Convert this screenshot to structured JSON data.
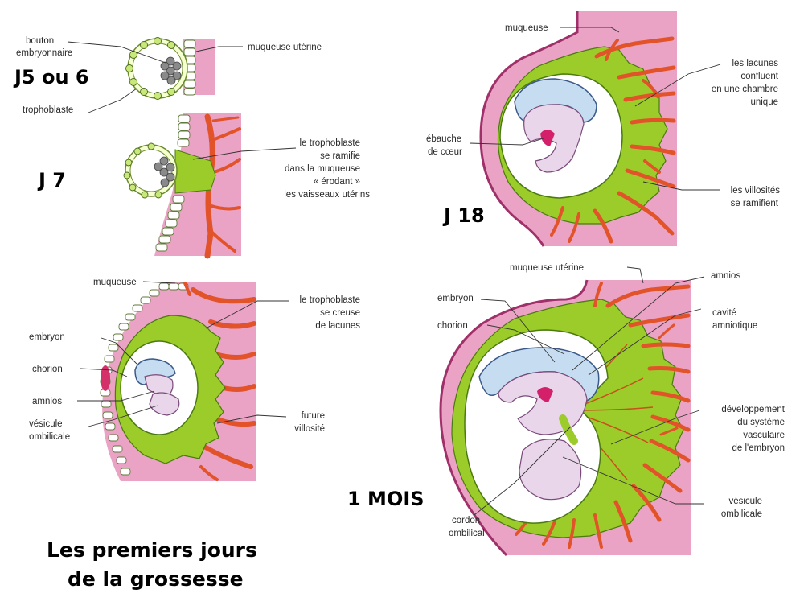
{
  "title": {
    "line1": "Les premiers jours",
    "line2": "de la grossesse"
  },
  "stages": {
    "j5": "J5 ou 6",
    "j7": "J 7",
    "j18": "J 18",
    "m1": "1 MOIS"
  },
  "labels": {
    "bouton1": "bouton",
    "bouton2": "embryonnaire",
    "muq_uterine_j5": "muqueuse utérine",
    "trophoblaste": "trophoblaste",
    "ramifie1": "le trophoblaste",
    "ramifie2": "se ramifie",
    "ramifie3": "dans la muqueuse",
    "ramifie4": "« érodant »",
    "ramifie5": "les vaisseaux utérins",
    "muq_j18": "muqueuse",
    "lacunes1": "les lacunes",
    "lacunes2": "confluent",
    "lacunes3": "en une chambre",
    "lacunes4": "unique",
    "ebauche1": "ébauche",
    "ebauche2": "de cœur",
    "villo_ram1": "les villosités",
    "villo_ram2": "se ramifient",
    "muq_j12": "muqueuse",
    "creuse1": "le trophoblaste",
    "creuse2": "se creuse",
    "creuse3": "de lacunes",
    "embryon_j12": "embryon",
    "chorion_j12": "chorion",
    "amnios_j12": "amnios",
    "vesicule_j12_1": "vésicule",
    "vesicule_j12_2": "ombilicale",
    "future1": "future",
    "future2": "villosité",
    "muq_m1": "muqueuse utérine",
    "amnios_m1": "amnios",
    "embryon_m1": "embryon",
    "cavite1": "cavité",
    "cavite2": "amniotique",
    "chorion_m1": "chorion",
    "dev1": "développement",
    "dev2": "du système",
    "dev3": "vasculaire",
    "dev4": "de l'embryon",
    "vesicule_m1_1": "vésicule",
    "vesicule_m1_2": "ombilicale",
    "cordon1": "cordon",
    "cordon2": "ombilical"
  }
}
